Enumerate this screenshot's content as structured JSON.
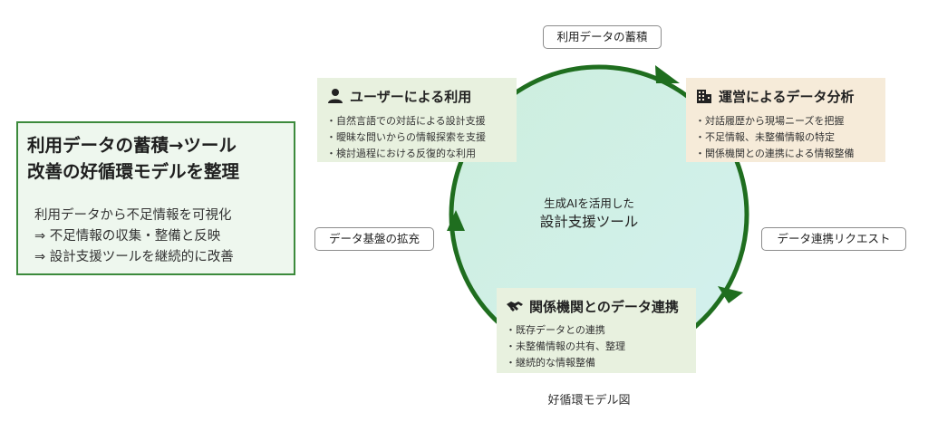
{
  "summary": {
    "title_line1": "利用データの蓄積→ツール",
    "title_line2": "改善の好循環モデルを整理",
    "lines": [
      "利用データから不足情報を可視化",
      "⇒ 不足情報の収集・整備と反映",
      "⇒ 設計支援ツールを継続的に改善"
    ]
  },
  "center": {
    "line1": "生成AIを活用した",
    "line2": "設計支援ツール"
  },
  "stages": {
    "user": {
      "icon": "person-icon",
      "title": "ユーザーによる利用",
      "items": [
        "・自然言語での対話による設計支援",
        "・曖昧な問いからの情報探索を支援",
        "・検討過程における反復的な利用"
      ]
    },
    "ops": {
      "icon": "building-icon",
      "title": "運営によるデータ分析",
      "items": [
        "・対話履歴から現場ニーズを把握",
        "・不足情報、未整備情報の特定",
        "・関係機関との連携による情報整備"
      ]
    },
    "relations": {
      "icon": "handshake-icon",
      "title": "関係機関とのデータ連携",
      "items": [
        "・既存データとの連携",
        "・未整備情報の共有、整理",
        "・継続的な情報整備"
      ]
    }
  },
  "transitions": {
    "accumulate": "利用データの蓄積",
    "request": "データ連携リクエスト",
    "expand": "データ基盤の拡充"
  },
  "caption": "好循環モデル図",
  "colors": {
    "cycle_green": "#1f6e1f",
    "summary_border": "#3c8a3c",
    "summary_bg": "#eef7ee",
    "user_bg": "#e8f1df",
    "ops_bg": "#f6ebd9",
    "relations_bg": "#e8f1df",
    "center_fill_left": "#cdeedd",
    "center_fill_right": "#d3f1ef"
  }
}
